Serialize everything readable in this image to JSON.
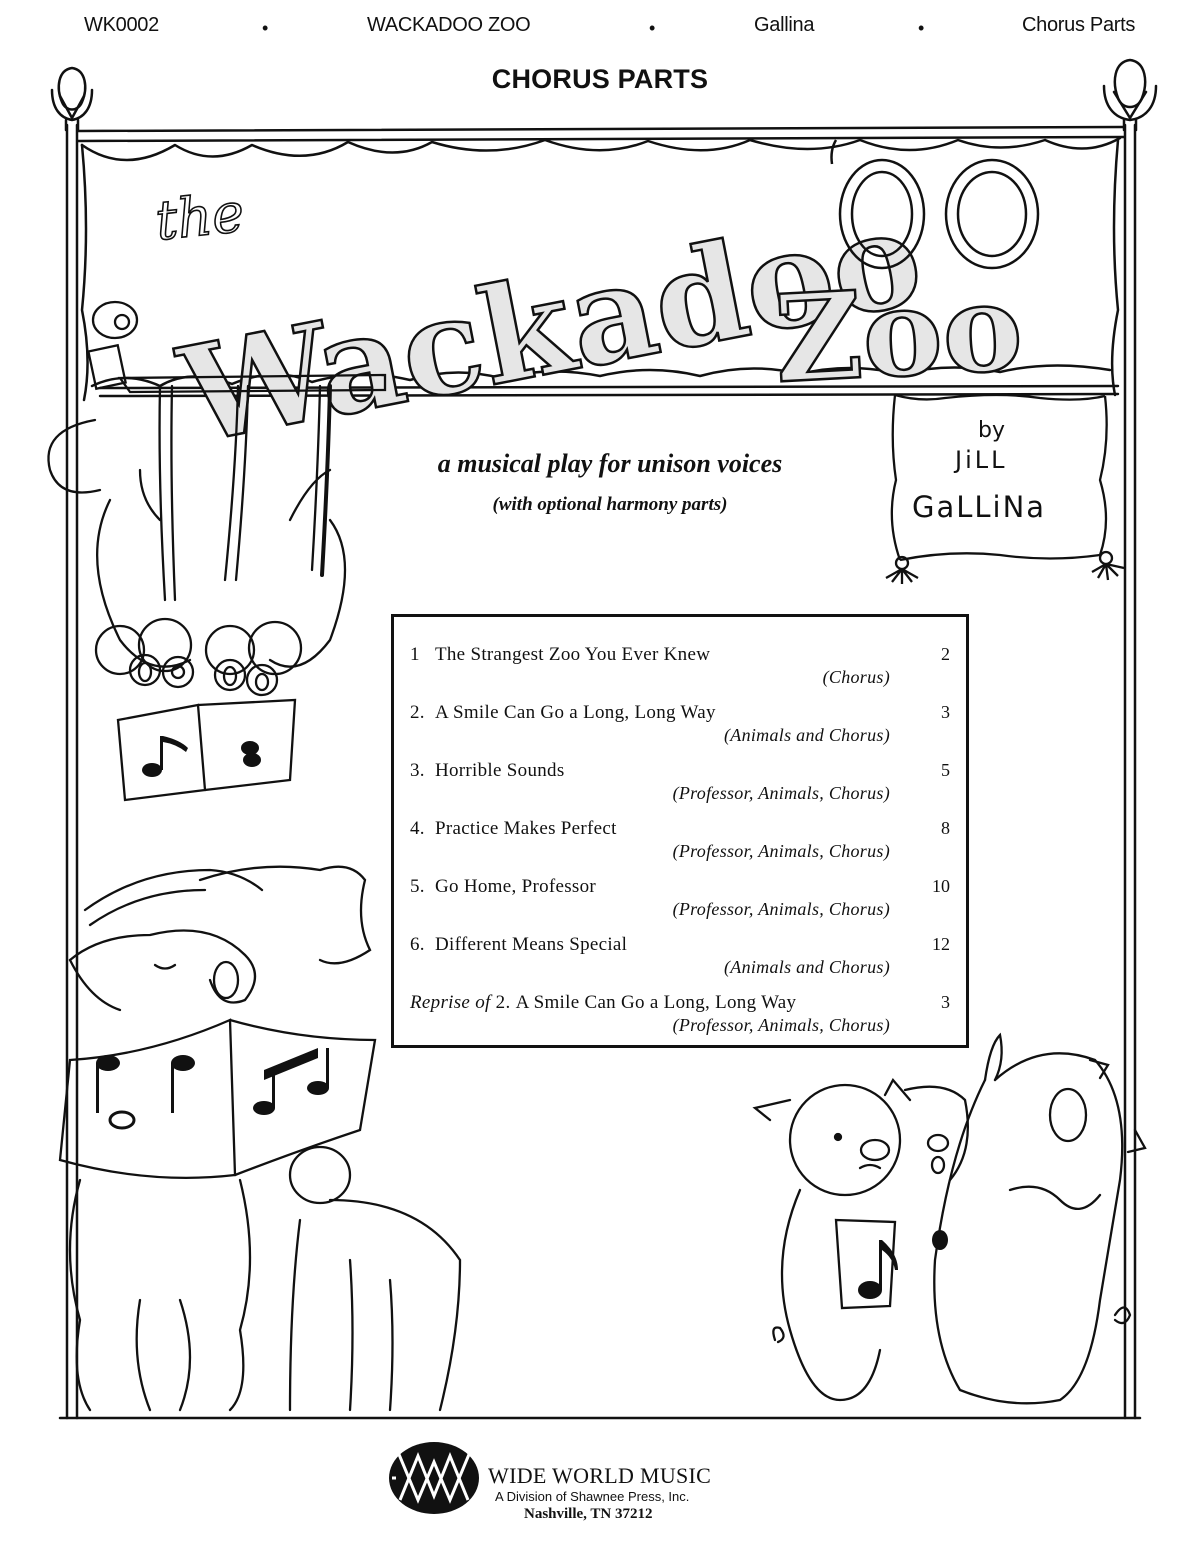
{
  "header": {
    "catalog_number": "WK0002",
    "work_title": "WACKADOO ZOO",
    "composer": "Gallina",
    "edition": "Chorus Parts",
    "separator": "•"
  },
  "page_title": "CHORUS PARTS",
  "banner": {
    "article": "the",
    "word1": "Wackadoo",
    "word2": "Zoo"
  },
  "subtitle": {
    "line1": "a musical play for unison voices",
    "line2": "(with optional harmony parts)"
  },
  "author": {
    "by": "by",
    "first": "JiLL",
    "last": "GaLLiNa"
  },
  "contents": [
    {
      "number": "1",
      "title": "The Strangest Zoo You Ever Knew",
      "cast": "(Chorus)",
      "page": "2"
    },
    {
      "number": "2.",
      "title": "A Smile Can Go a Long, Long Way",
      "cast": "(Animals and Chorus)",
      "page": "3"
    },
    {
      "number": "3.",
      "title": "Horrible Sounds",
      "cast": "(Professor, Animals, Chorus)",
      "page": "5"
    },
    {
      "number": "4.",
      "title": "Practice Makes Perfect",
      "cast": "(Professor, Animals, Chorus)",
      "page": "8"
    },
    {
      "number": "5.",
      "title": "Go Home, Professor",
      "cast": "(Professor, Animals, Chorus)",
      "page": "10"
    },
    {
      "number": "6.",
      "title": "Different Means Special",
      "cast": "(Animals and Chorus)",
      "page": "12"
    },
    {
      "prefix": "Reprise of",
      "number": "2.",
      "title": "A Smile Can Go a Long, Long Way",
      "cast": "(Professor, Animals, Chorus)",
      "page": "3"
    }
  ],
  "illustrations": {
    "top_left": "monkeys-hanging-from-rod-icon",
    "bottom_left": "goats-singing-icon",
    "bottom_right": "pigs-singing-icon",
    "corners": "tulip-finial-icon"
  },
  "publisher": {
    "name": "WIDE WORLD MUSIC",
    "division": "A Division of Shawnee Press, Inc.",
    "city": "Nashville, TN 37212"
  }
}
